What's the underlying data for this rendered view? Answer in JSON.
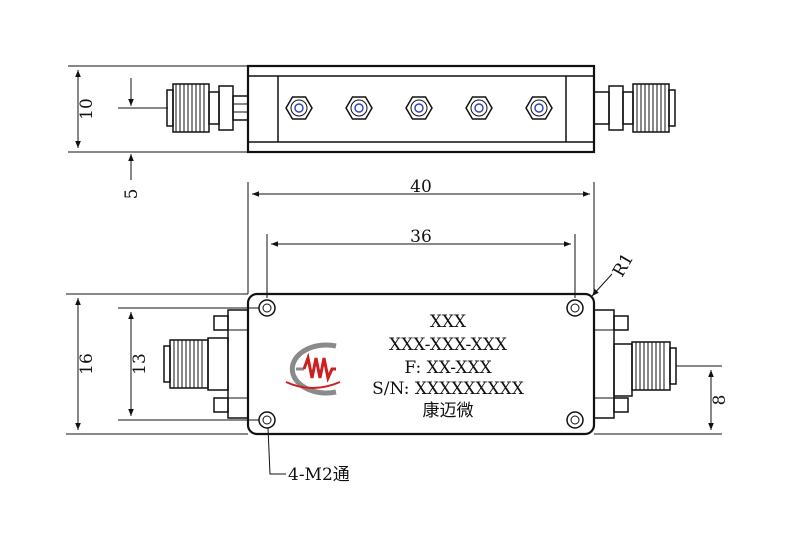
{
  "dimensions": {
    "top_height": "10",
    "top_connector_offset": "5",
    "overall_width": "40",
    "hole_spacing": "36",
    "body_height": "16",
    "hole_vertical_spacing": "13",
    "output_offset": "8",
    "corner_radius": "R1",
    "mount_holes": "4-M2通"
  },
  "label": {
    "line1": "XXX",
    "line2": "XXX-XXX-XXX",
    "line3": "F: XX-XXX",
    "line4": "S/N: XXXXXXXXX",
    "line5": "康迈微"
  },
  "colors": {
    "line": "#111111",
    "logo_red": "#cc1f1f",
    "logo_gray": "#8a8a8a",
    "screw_blue": "#2a3fbf"
  },
  "icons": {
    "logo": "company-logo-icon",
    "screw": "tuning-screw-icon",
    "hole": "mounting-hole-icon",
    "connector": "sma-connector-icon"
  }
}
